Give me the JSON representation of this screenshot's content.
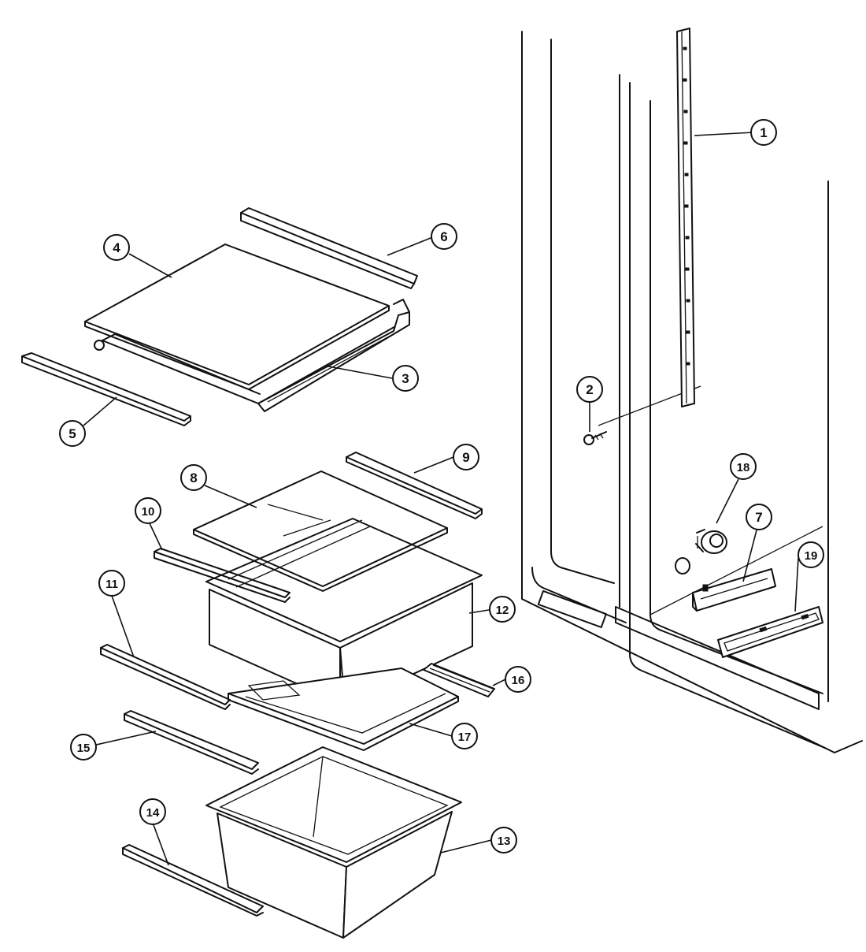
{
  "callouts": [
    {
      "id": "c1",
      "label": "1"
    },
    {
      "id": "c2",
      "label": "2"
    },
    {
      "id": "c3",
      "label": "3"
    },
    {
      "id": "c4",
      "label": "4"
    },
    {
      "id": "c5",
      "label": "5"
    },
    {
      "id": "c6",
      "label": "6"
    },
    {
      "id": "c7",
      "label": "7"
    },
    {
      "id": "c8",
      "label": "8"
    },
    {
      "id": "c9",
      "label": "9"
    },
    {
      "id": "c10",
      "label": "10"
    },
    {
      "id": "c11",
      "label": "11"
    },
    {
      "id": "c12",
      "label": "12"
    },
    {
      "id": "c13",
      "label": "13"
    },
    {
      "id": "c14",
      "label": "14"
    },
    {
      "id": "c15",
      "label": "15"
    },
    {
      "id": "c16",
      "label": "16"
    },
    {
      "id": "c17",
      "label": "17"
    },
    {
      "id": "c18",
      "label": "18"
    },
    {
      "id": "c19",
      "label": "19"
    }
  ],
  "colors": {
    "line": "#111111",
    "background": "#ffffff"
  }
}
